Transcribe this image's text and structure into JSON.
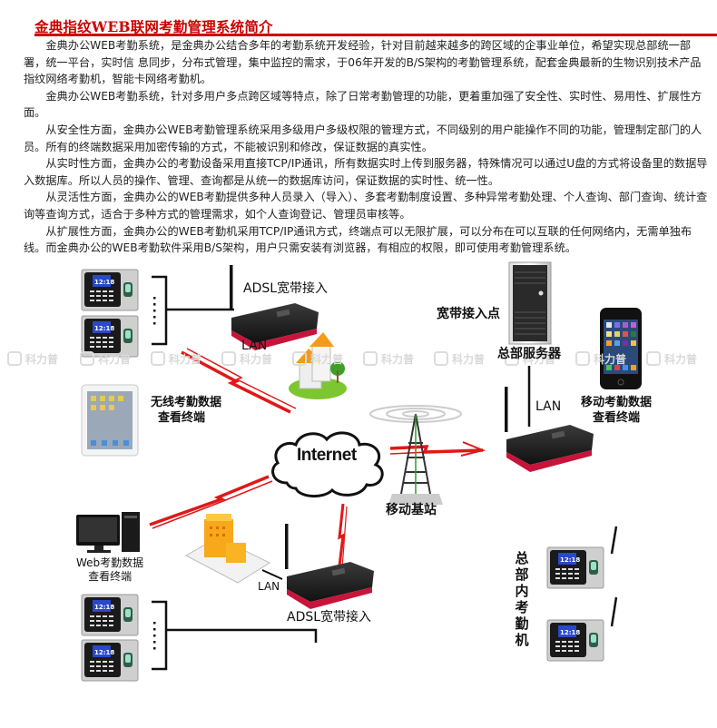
{
  "document": {
    "title": "金典指纹WEB联网考勤管理系统简介",
    "accent_color": "#cc0000",
    "paragraphs": [
      "金典办公WEB考勤系统，是金典办公结合多年的考勤系统开发经验，针对目前越来越多的跨区域的企事业单位，希望实现总部统一部署，统一平台，实时信 息同步，分布式管理，集中监控的需求，于06年开发的B/S架构的考勤管理系统，配套金典最新的生物识别技术产品指纹网络考勤机，智能卡网络考勤机。",
      "金典办公WEB考勤系统，针对多用户多点跨区域等特点，除了日常考勤管理的功能，更着重加强了安全性、实时性、易用性、扩展性方面。",
      "从安全性方面，金典办公WEB考勤管理系统采用多级用户多级权限的管理方式，不同级别的用户能操作不同的功能，管理制定部门的人员。所有的终端数据采用加密传输的方式，不能被识别和修改，保证数据的真实性。",
      "从实时性方面，金典办公的考勤设备采用直接TCP/IP通讯，所有数据实时上传到服务器，特殊情况可以通过U盘的方式将设备里的数据导入数据库。所以人员的操作、管理、查询都是从统一的数据库访问，保证数据的实时性、统一性。",
      "从灵活性方面，金典办公的WEB考勤提供多种人员录入（导入）、多套考勤制度设置、多种异常考勤处理、个人查询、部门查询、统计查询等查询方式，适合于多种方式的管理需求，如个人查询登记、管理员审核等。",
      "从扩展性方面，金典办公的WEB考勤机采用TCP/IP通讯方式，终端点可以无限扩展，可以分布在可以互联的任何网络内，无需单独布线。而金典办公的WEB考勤软件采用B/S架构，用户只需安装有浏览器，有相应的权限，即可使用考勤管理系统。"
    ]
  },
  "diagram": {
    "internet_label": "Internet",
    "adsl_top_label": "ADSL宽带接入",
    "lan_top_label": "LAN",
    "broadband_point_label": "宽带接入点",
    "hq_server_label": "总部服务器",
    "lan_right_label": "LAN",
    "mobile_terminal_label": [
      "移动考勤数据",
      "查看终端"
    ],
    "wireless_terminal_label": [
      "无线考勤数据",
      "查看终端"
    ],
    "base_station_label": "移动基站",
    "web_terminal_label": [
      "Web考勤数据",
      "查看终端"
    ],
    "lan_bottom_label": "LAN",
    "adsl_bottom_label": "ADSL宽带接入",
    "hq_devices_label": "总部内考勤机",
    "clock_display": "12:18",
    "watermark": "科力普",
    "link_color": "#e01818"
  }
}
